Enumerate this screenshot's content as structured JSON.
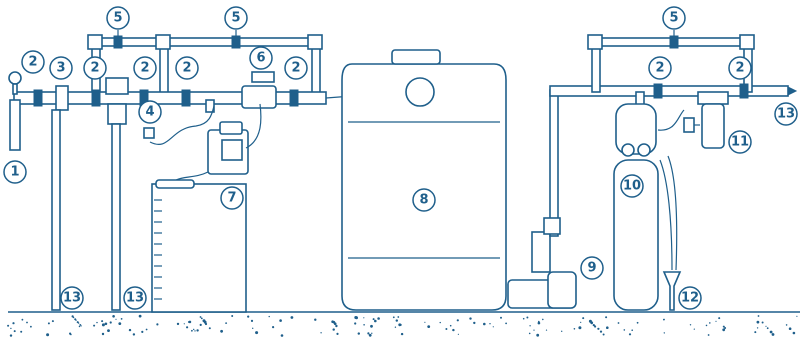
{
  "callouts": [
    {
      "id": "c1",
      "label": "1"
    },
    {
      "id": "c2a",
      "label": "2"
    },
    {
      "id": "c3",
      "label": "3"
    },
    {
      "id": "c2b",
      "label": "2"
    },
    {
      "id": "c2c",
      "label": "2"
    },
    {
      "id": "c2d",
      "label": "2"
    },
    {
      "id": "c4",
      "label": "4"
    },
    {
      "id": "c5a",
      "label": "5"
    },
    {
      "id": "c5b",
      "label": "5"
    },
    {
      "id": "c6",
      "label": "6"
    },
    {
      "id": "c2e",
      "label": "2"
    },
    {
      "id": "c7",
      "label": "7"
    },
    {
      "id": "c8",
      "label": "8"
    },
    {
      "id": "c9",
      "label": "9"
    },
    {
      "id": "c5c",
      "label": "5"
    },
    {
      "id": "c2f",
      "label": "2"
    },
    {
      "id": "c2g",
      "label": "2"
    },
    {
      "id": "c10",
      "label": "10"
    },
    {
      "id": "c11",
      "label": "11"
    },
    {
      "id": "c12",
      "label": "12"
    },
    {
      "id": "c13a",
      "label": "13"
    },
    {
      "id": "c13b",
      "label": "13"
    },
    {
      "id": "c13c",
      "label": "13"
    }
  ],
  "colors": {
    "line": "#1f5f8b",
    "background": "#ffffff"
  }
}
